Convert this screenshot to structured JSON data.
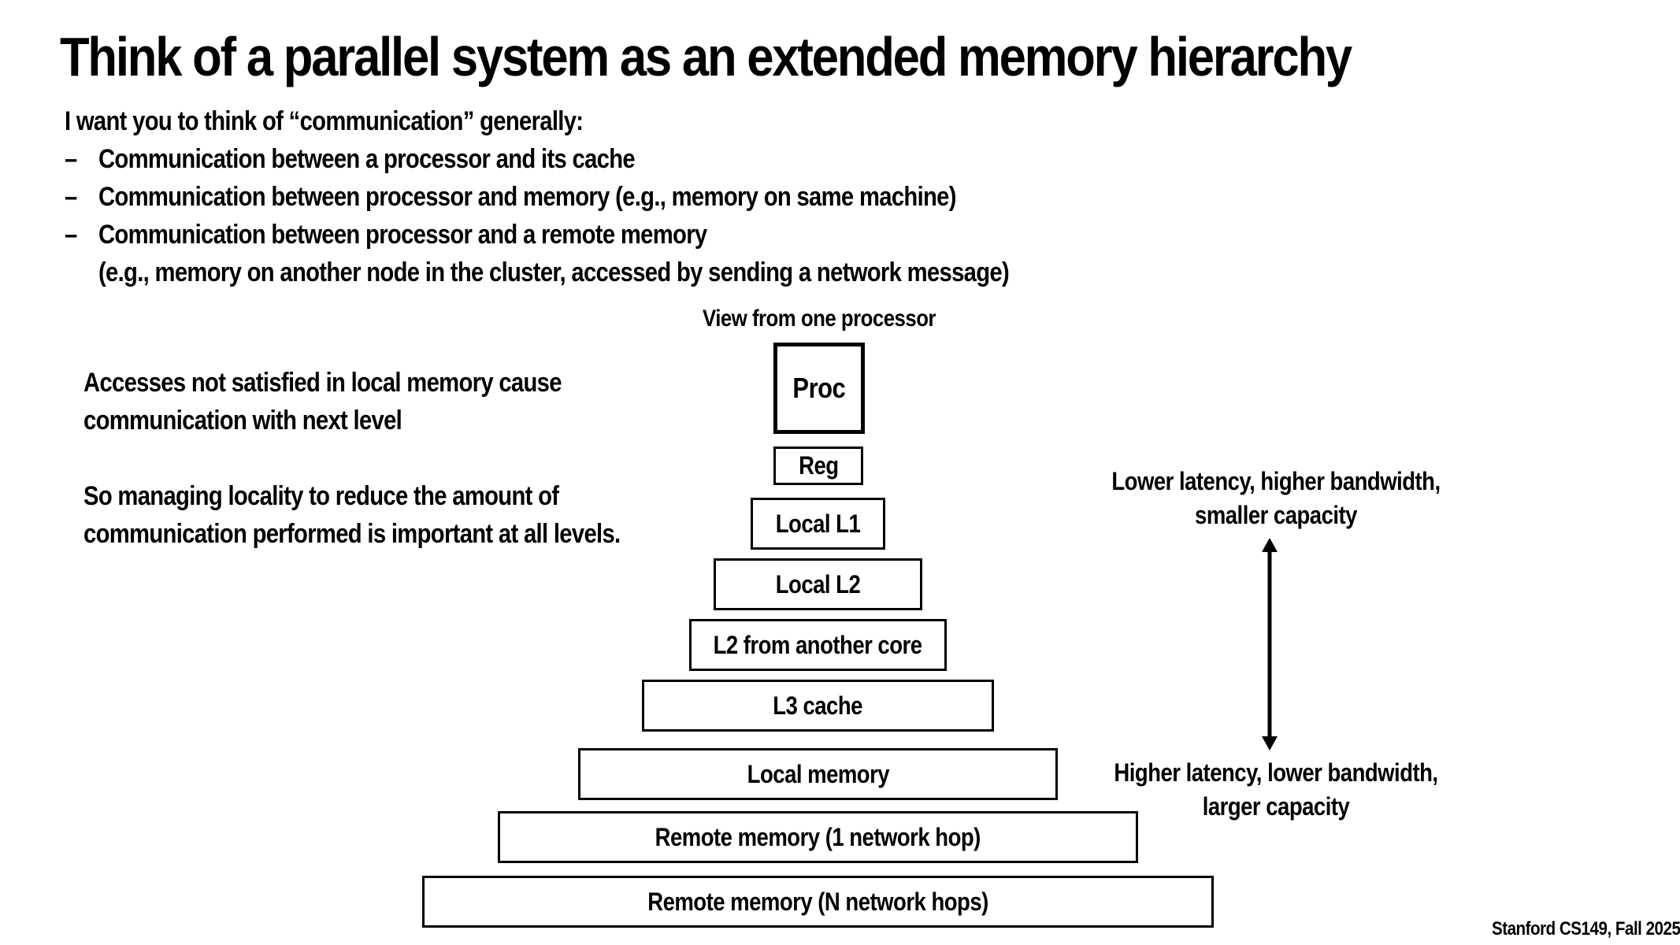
{
  "title": "Think of a parallel system as an extended memory hierarchy",
  "intro": "I want you to think of “communication” generally:",
  "bullets": [
    {
      "dash": "–",
      "text": "Communication between a processor and its cache"
    },
    {
      "dash": "–",
      "text": "Communication between processor and memory (e.g., memory on same machine)"
    },
    {
      "dash": "–",
      "text": "Communication between processor and a remote memory",
      "continuation": "(e.g., memory on another node in the cluster, accessed by sending a network message)"
    }
  ],
  "left_notes": {
    "note1_line1": "Accesses not satisfied in local memory cause",
    "note1_line2": "communication with next level",
    "note2_line1": "So managing locality to reduce the amount of",
    "note2_line2": "communication performed is important at all levels."
  },
  "hierarchy": {
    "view_label": "View from one processor",
    "levels": [
      "Proc",
      "Reg",
      "Local L1",
      "Local L2",
      "L2 from another core",
      "L3 cache",
      "Local memory",
      "Remote memory (1 network hop)",
      "Remote memory (N network hops)"
    ]
  },
  "scale": {
    "top_line1": "Lower latency, higher bandwidth,",
    "top_line2": "smaller capacity",
    "bottom_line1": "Higher latency, lower bandwidth,",
    "bottom_line2": "larger capacity"
  },
  "footer": "Stanford CS149, Fall 2025"
}
